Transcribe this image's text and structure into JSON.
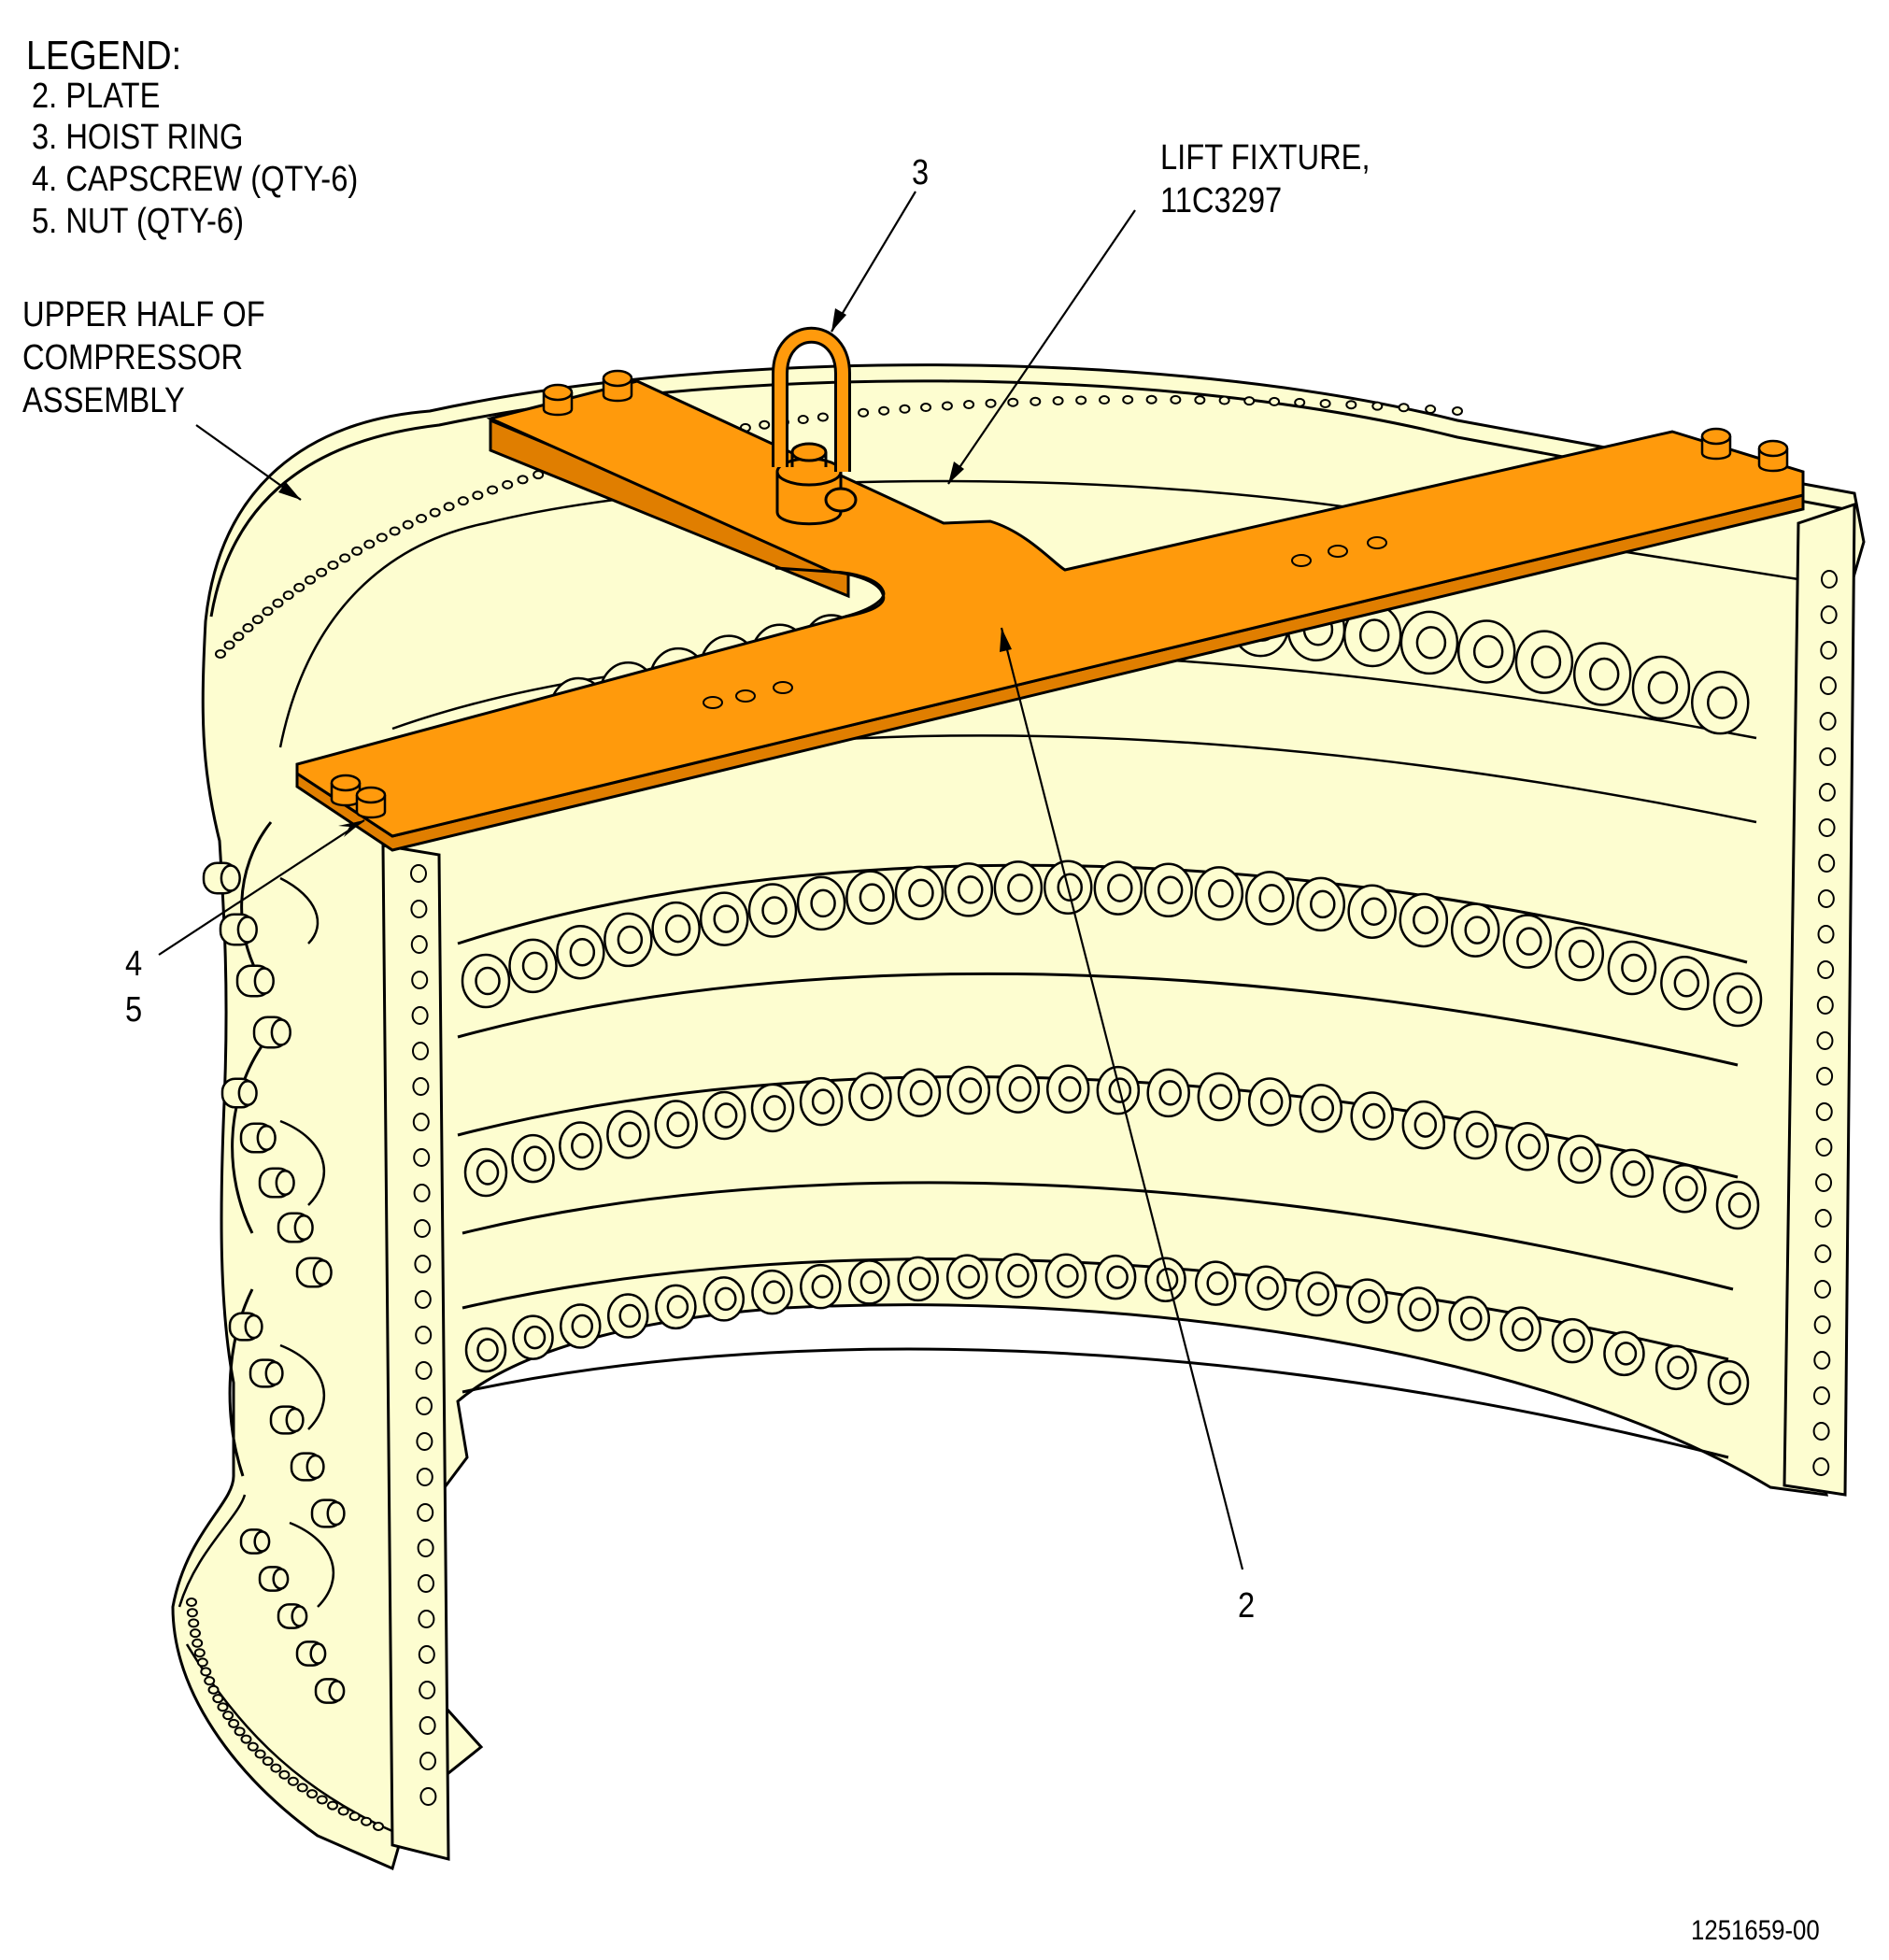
{
  "legend": {
    "title": "LEGEND:",
    "items": [
      "2. PLATE",
      "3. HOIST RING",
      "4. CAPSCREW (QTY-6)",
      "5. NUT (QTY-6)"
    ]
  },
  "labels": {
    "assembly_1": "UPPER HALF OF",
    "assembly_2": "COMPRESSOR",
    "assembly_3": "ASSEMBLY",
    "fixture_1": "LIFT FIXTURE,",
    "fixture_2": "11C3297"
  },
  "callouts": {
    "hoist_ring": "3",
    "plate": "2",
    "capscrew": "4",
    "nut": "5"
  },
  "figure_number": "1251659-00",
  "colors": {
    "compressor_fill": "#fdfdd0",
    "fixture_fill": "#ff9a0c",
    "fixture_shade": "#e07e00",
    "outline": "#000000"
  }
}
